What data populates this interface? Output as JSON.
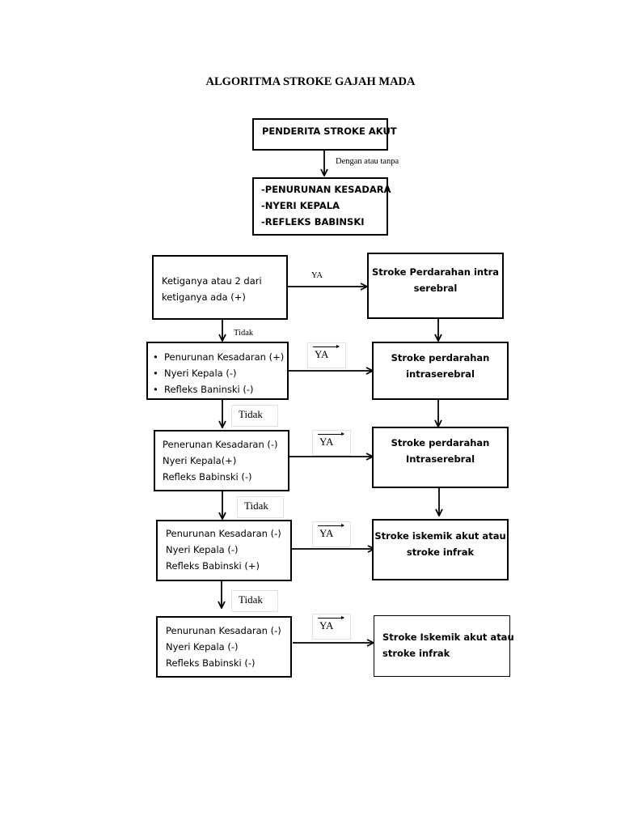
{
  "title": "ALGORITMA STROKE GAJAH MADA",
  "start_box": "PENDERITA STROKE AKUT",
  "edge_label_1": "Dengan atau tanpa",
  "symptoms": [
    "-PENURUNAN KESADARA",
    "-NYERI KEPALA",
    "-REFLEKS BABINSKI"
  ],
  "decision_1": [
    "Ketiganya atau 2 dari",
    "ketiganya ada (+)"
  ],
  "ya_label": "YA",
  "tidak_label": "Tidak",
  "result_1": [
    "Stroke Perdarahan intra",
    "serebral"
  ],
  "decision_2": [
    "Penurunan Kesadaran (+)",
    "Nyeri Kepala (-)",
    "Refleks Baninski (-)"
  ],
  "result_2": [
    "Stroke perdarahan",
    "intraserebral"
  ],
  "decision_3": [
    "Penerunan Kesadaran (-)",
    "Nyeri Kepala(+)",
    "Refleks Babinski (-)"
  ],
  "result_3": [
    "Stroke perdarahan",
    "Intraserebral"
  ],
  "decision_4": [
    "Penurunan Kesadaran (-)",
    "Nyeri Kepala (-)",
    "Refleks Babinski (+)"
  ],
  "result_4": [
    "Stroke iskemik akut atau",
    "stroke infrak"
  ],
  "decision_5": [
    "Penurunan Kesadaran (-)",
    "Nyeri Kepala (-)",
    "Refleks Babinski (-)"
  ],
  "result_5": [
    "Stroke Iskemik akut atau",
    "stroke infrak"
  ]
}
